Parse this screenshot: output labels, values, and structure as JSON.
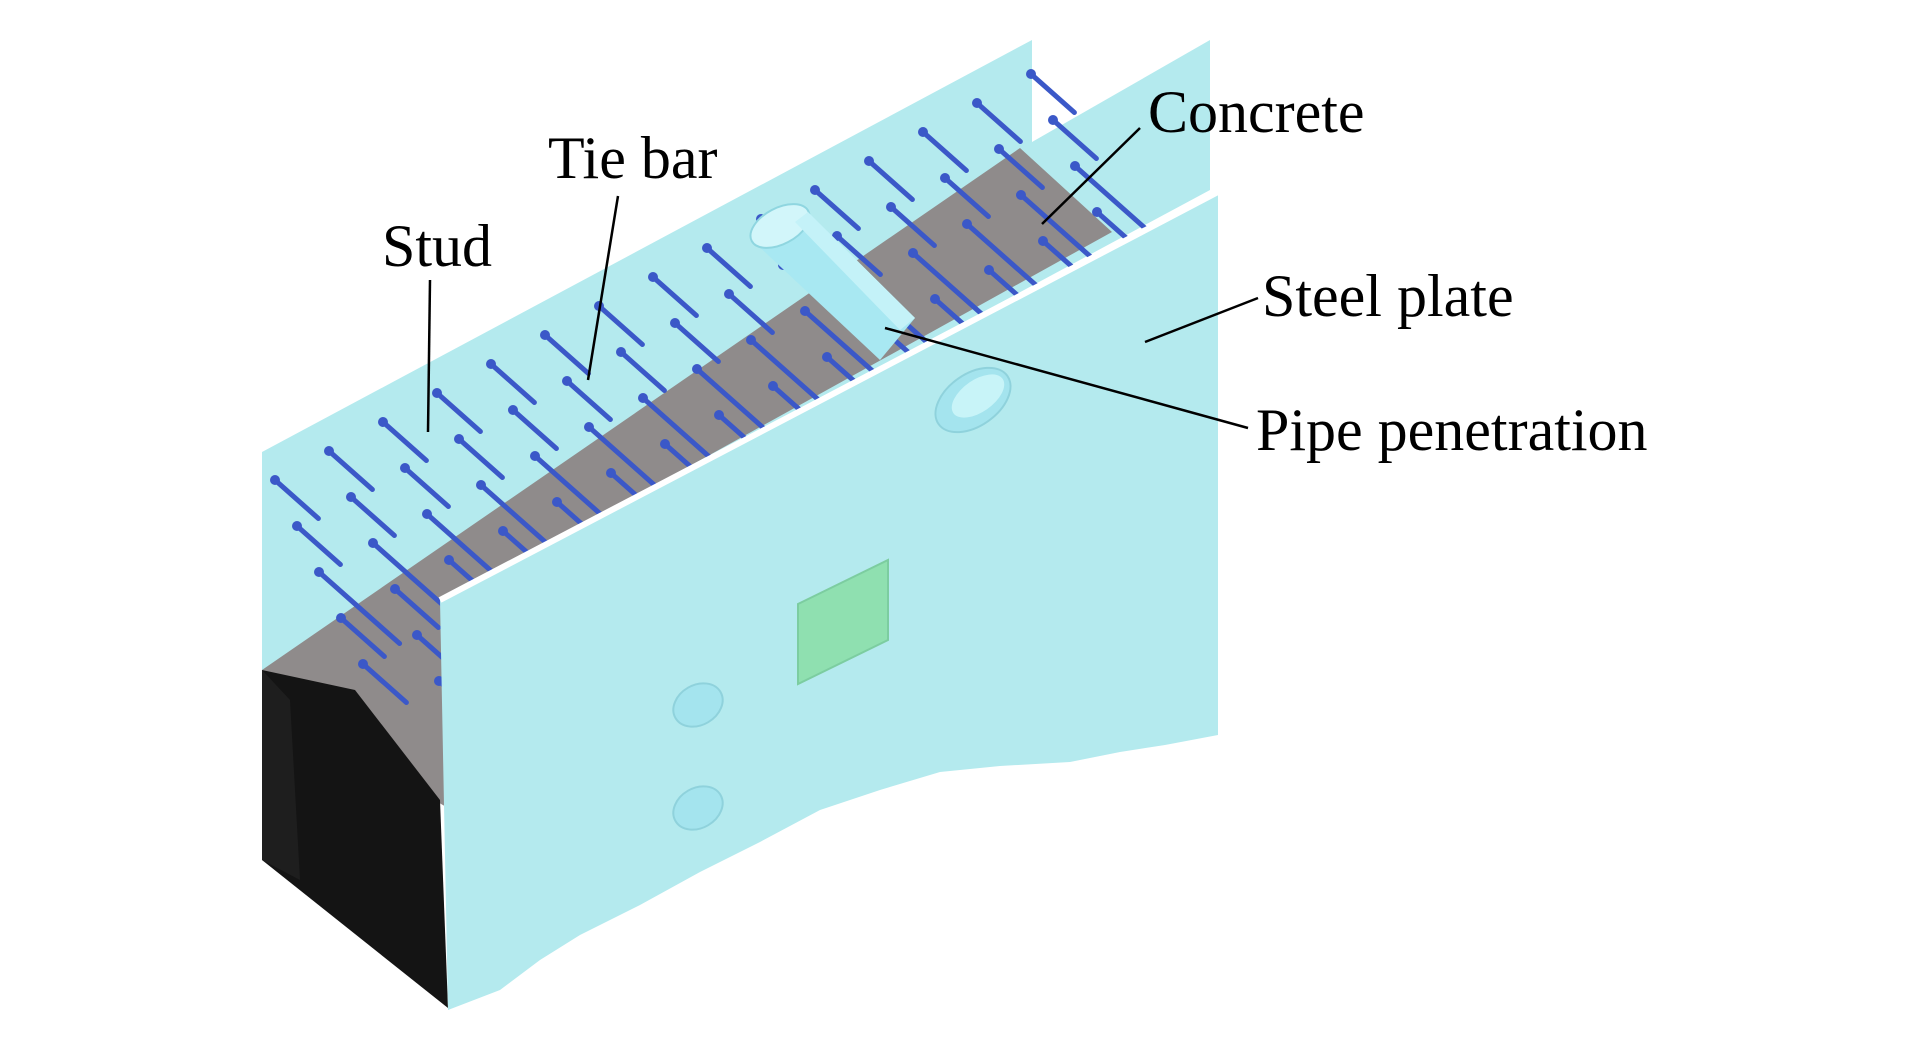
{
  "labels": {
    "concrete": "Concrete",
    "tie_bar": "Tie bar",
    "stud": "Stud",
    "steel_plate": "Steel plate",
    "pipe_penetration": "Pipe penetration"
  },
  "colors": {
    "steel_plate": "#b4eaee",
    "steel_plate_edge": "#9fd6dc",
    "concrete": "#8f8b8b",
    "concrete_section": "#141414",
    "stud": "#3b58c8",
    "embedded_plate": "#8fe0b0",
    "pipe": "#a8e8f2"
  }
}
